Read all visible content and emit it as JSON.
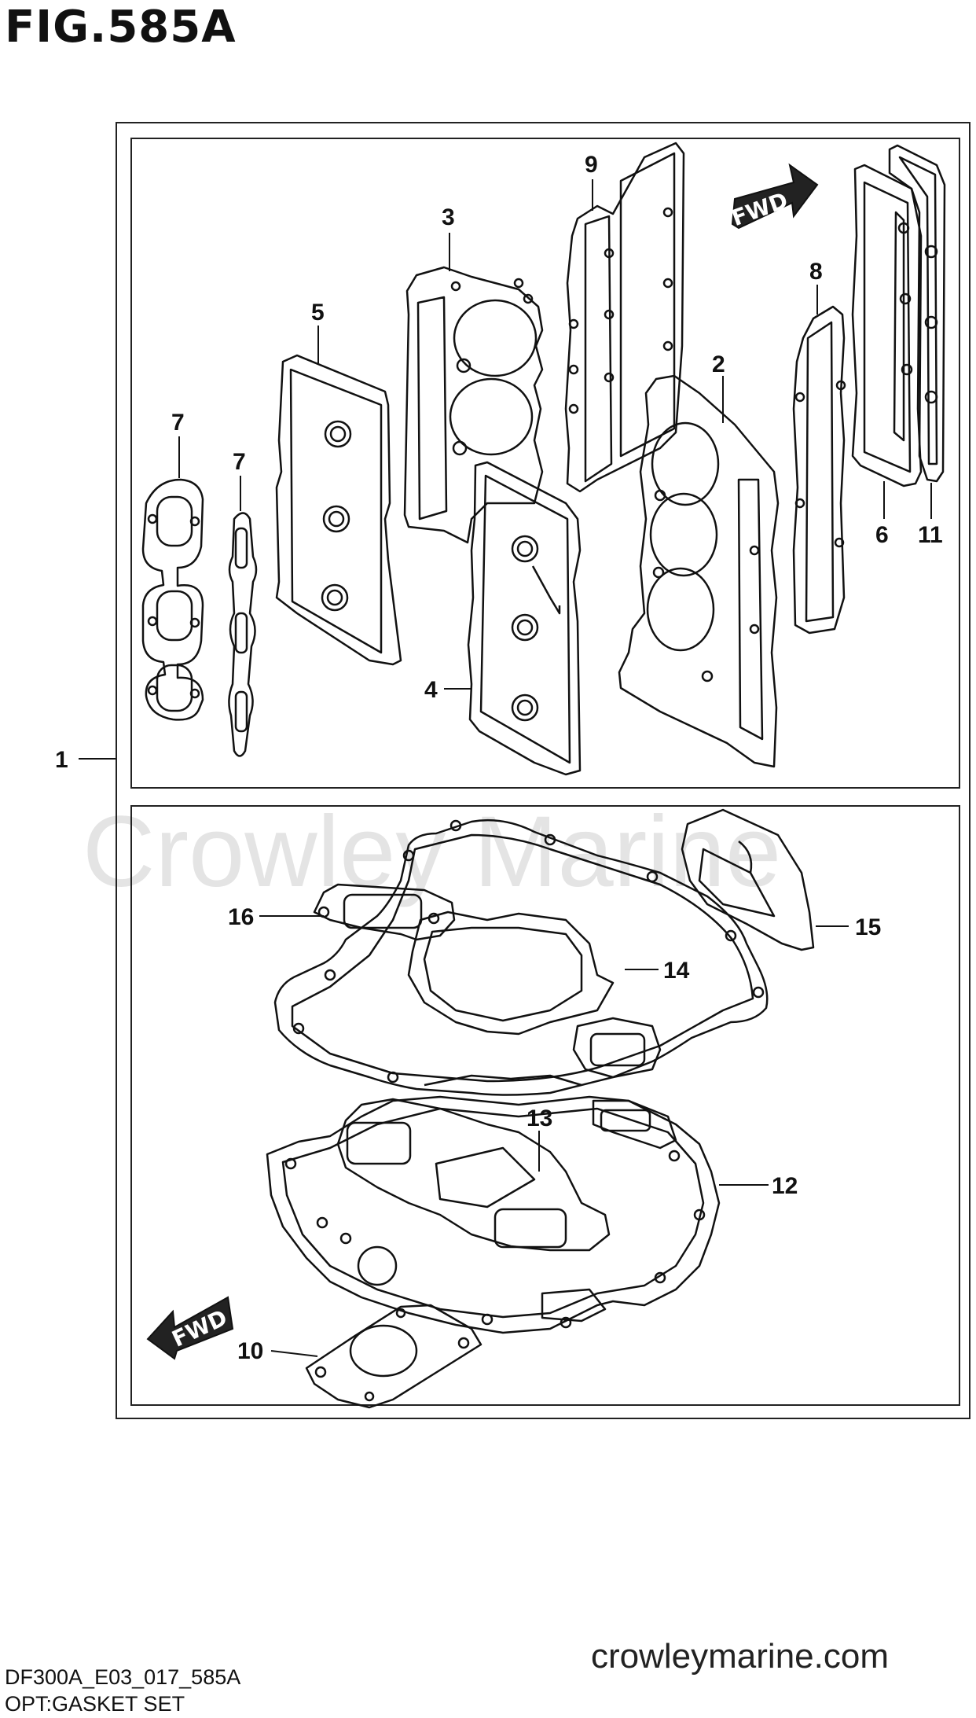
{
  "figure_title": "FIG.585A",
  "watermark": "Crowley Marine",
  "fwd_label": "FWD",
  "callouts": [
    {
      "id": "1",
      "label": "1"
    },
    {
      "id": "2",
      "label": "2"
    },
    {
      "id": "3",
      "label": "3"
    },
    {
      "id": "4",
      "label": "4"
    },
    {
      "id": "5",
      "label": "5"
    },
    {
      "id": "6",
      "label": "6"
    },
    {
      "id": "7a",
      "label": "7"
    },
    {
      "id": "7b",
      "label": "7"
    },
    {
      "id": "8",
      "label": "8"
    },
    {
      "id": "9",
      "label": "9"
    },
    {
      "id": "10",
      "label": "10"
    },
    {
      "id": "11",
      "label": "11"
    },
    {
      "id": "12",
      "label": "12"
    },
    {
      "id": "13",
      "label": "13"
    },
    {
      "id": "14",
      "label": "14"
    },
    {
      "id": "15",
      "label": "15"
    },
    {
      "id": "16",
      "label": "16"
    }
  ],
  "footer": {
    "code": "DF300A_E03_017_585A",
    "name": "OPT:GASKET SET",
    "website": "crowleymarine.com"
  }
}
